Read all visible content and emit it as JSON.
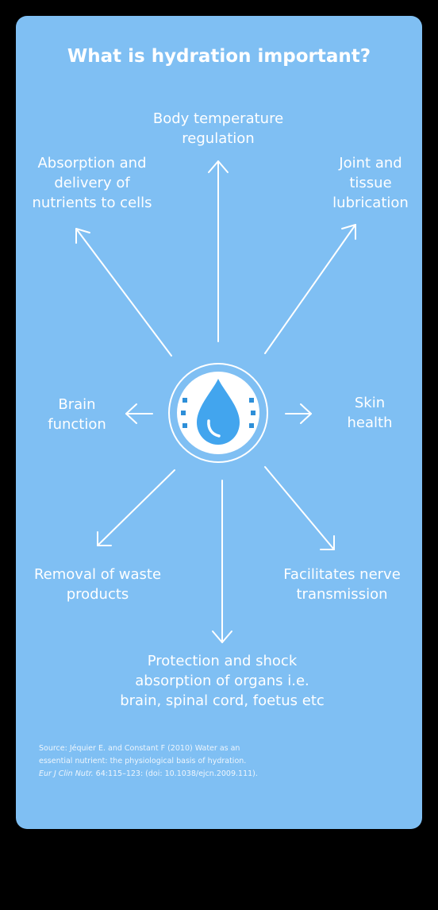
{
  "title": "What is hydration important?",
  "center_icon": "water-drop-icon",
  "labels": {
    "top": "Body temperature\nregulation",
    "top_left": "Absorption and\ndelivery of\nnutrients to cells",
    "top_right": "Joint and\ntissue\nlubrication",
    "left": "Brain\nfunction",
    "right": "Skin\nhealth",
    "bottom_left": "Removal of waste\nproducts",
    "bottom_right": "Facilitates nerve\ntransmission",
    "bottom": "Protection and shock\nabsorption of organs i.e.\nbrain, spinal cord, foetus etc"
  },
  "source": {
    "prefix": "Source: Jéquier E. and Constant F (2010) Water as an essential nutrient: the physiological basis of hydration. ",
    "journal": "Eur J Clin Nutr.",
    "suffix": "  64:115–123: (doi: 10.1038/ejcn.2009.111)."
  },
  "colors": {
    "background": "#7fbff3",
    "outer": "#000000",
    "text": "#ffffff",
    "drop": "#42a5ee"
  }
}
